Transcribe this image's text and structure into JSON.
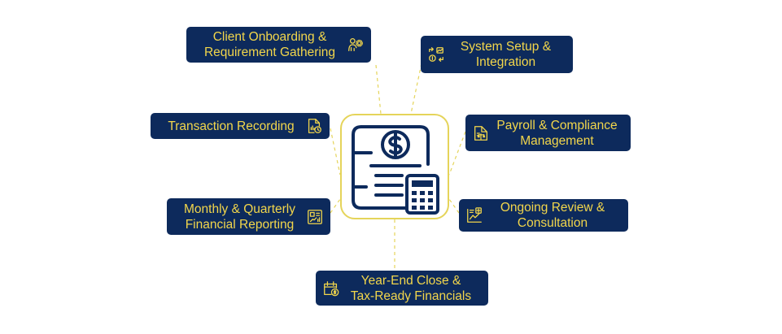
{
  "colors": {
    "box_bg": "#0d2a5c",
    "text": "#f2d64b",
    "accent": "#e5d45a"
  },
  "center_icon": "invoice-calculator-icon",
  "steps": [
    {
      "line1": "Client Onboarding &",
      "line2": "Requirement Gathering",
      "icon": "users-gear-icon"
    },
    {
      "line1": "System Setup &",
      "line2": "Integration",
      "icon": "system-integration-icon"
    },
    {
      "line1": "Transaction Recording",
      "line2": "",
      "icon": "document-clock-icon"
    },
    {
      "line1": "Payroll & Compliance",
      "line2": "Management",
      "icon": "document-scale-icon"
    },
    {
      "line1": "Monthly & Quarterly",
      "line2": "Financial Reporting",
      "icon": "report-chart-icon"
    },
    {
      "line1": "Ongoing Review &",
      "line2": "Consultation",
      "icon": "chart-plus-icon"
    },
    {
      "line1": "Year-End Close &",
      "line2": "Tax-Ready Financials",
      "icon": "calendar-dollar-icon"
    }
  ]
}
